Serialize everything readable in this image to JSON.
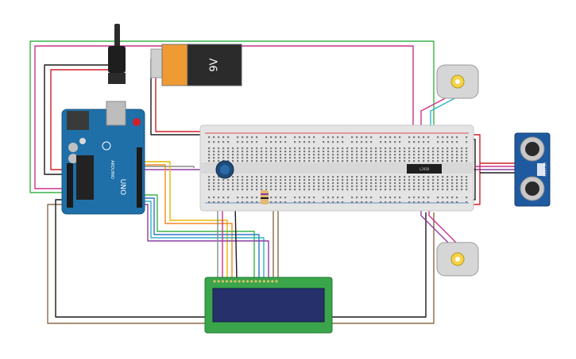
{
  "battery": {
    "label": "9V"
  },
  "arduino": {
    "model": "UNO",
    "brand": "ARDUINO"
  },
  "ultrasonic_sensor": {
    "label": "HC-SR04"
  },
  "motor_driver_ic": {
    "label": "L293D"
  },
  "lcd": {
    "type": "16x2 LCD"
  },
  "wire_colors": {
    "red": "#d0202a",
    "black": "#1a1a1a",
    "green": "#3cb44a",
    "purple": "#8a3fa0",
    "magenta": "#c8328c",
    "yellow": "#e6b800",
    "orange": "#f08a24",
    "blue": "#2f76c8",
    "cyan": "#30b0c8",
    "brown": "#8a6a48",
    "gray": "#8a8a8a"
  }
}
